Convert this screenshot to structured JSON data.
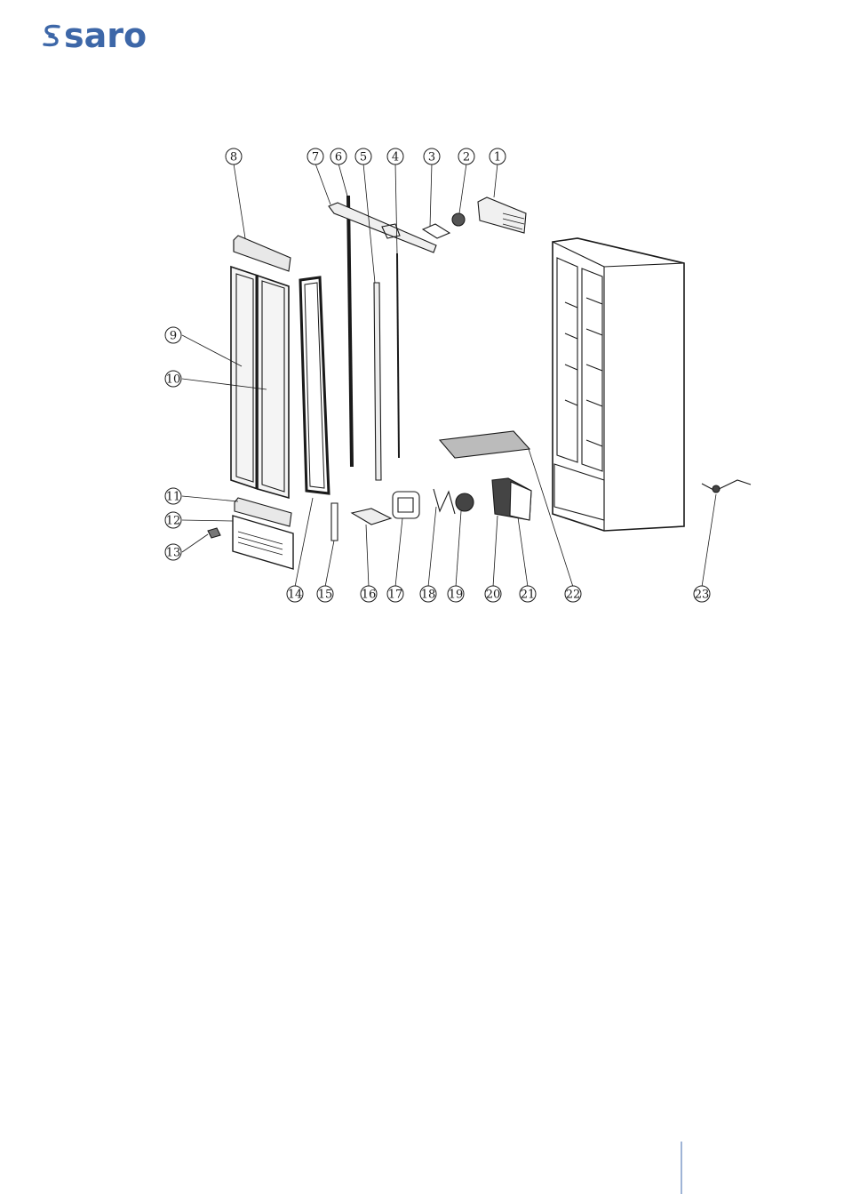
{
  "brand": {
    "name": "saro",
    "color": "#3d67a8"
  },
  "diagram": {
    "line_color": "#1a1a1a",
    "callouts": [
      "1",
      "2",
      "3",
      "4",
      "5",
      "6",
      "7",
      "8",
      "9",
      "10",
      "11",
      "12",
      "13",
      "14",
      "15",
      "16",
      "17",
      "18",
      "19",
      "20",
      "21",
      "22",
      "23"
    ]
  },
  "accent_bar_color": "#9fb4d6"
}
